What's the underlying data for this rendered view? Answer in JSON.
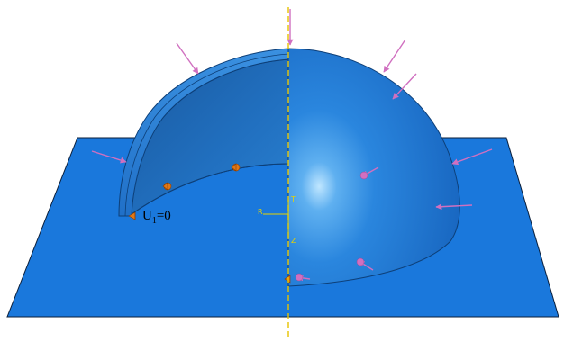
{
  "boundary_condition": {
    "symbol": "U",
    "subscript": "1",
    "equation": "=0"
  },
  "triad": {
    "axis_r": "R",
    "axis_t": "T",
    "axis_z": "Z"
  },
  "colors": {
    "plate": "#1a78dc",
    "shell_outer": "#2c84dc",
    "shell_inner": "#1d5fa8",
    "shell_edge": "#0d3f78",
    "pressure_arrow": "#d070c0",
    "bc_marker": "#e07818",
    "symmetry_axis": "#e6c300",
    "triad": "#e6d200"
  },
  "icons": {
    "pressure_load": "arrow-icon",
    "boundary_condition": "bc-marker-icon"
  }
}
